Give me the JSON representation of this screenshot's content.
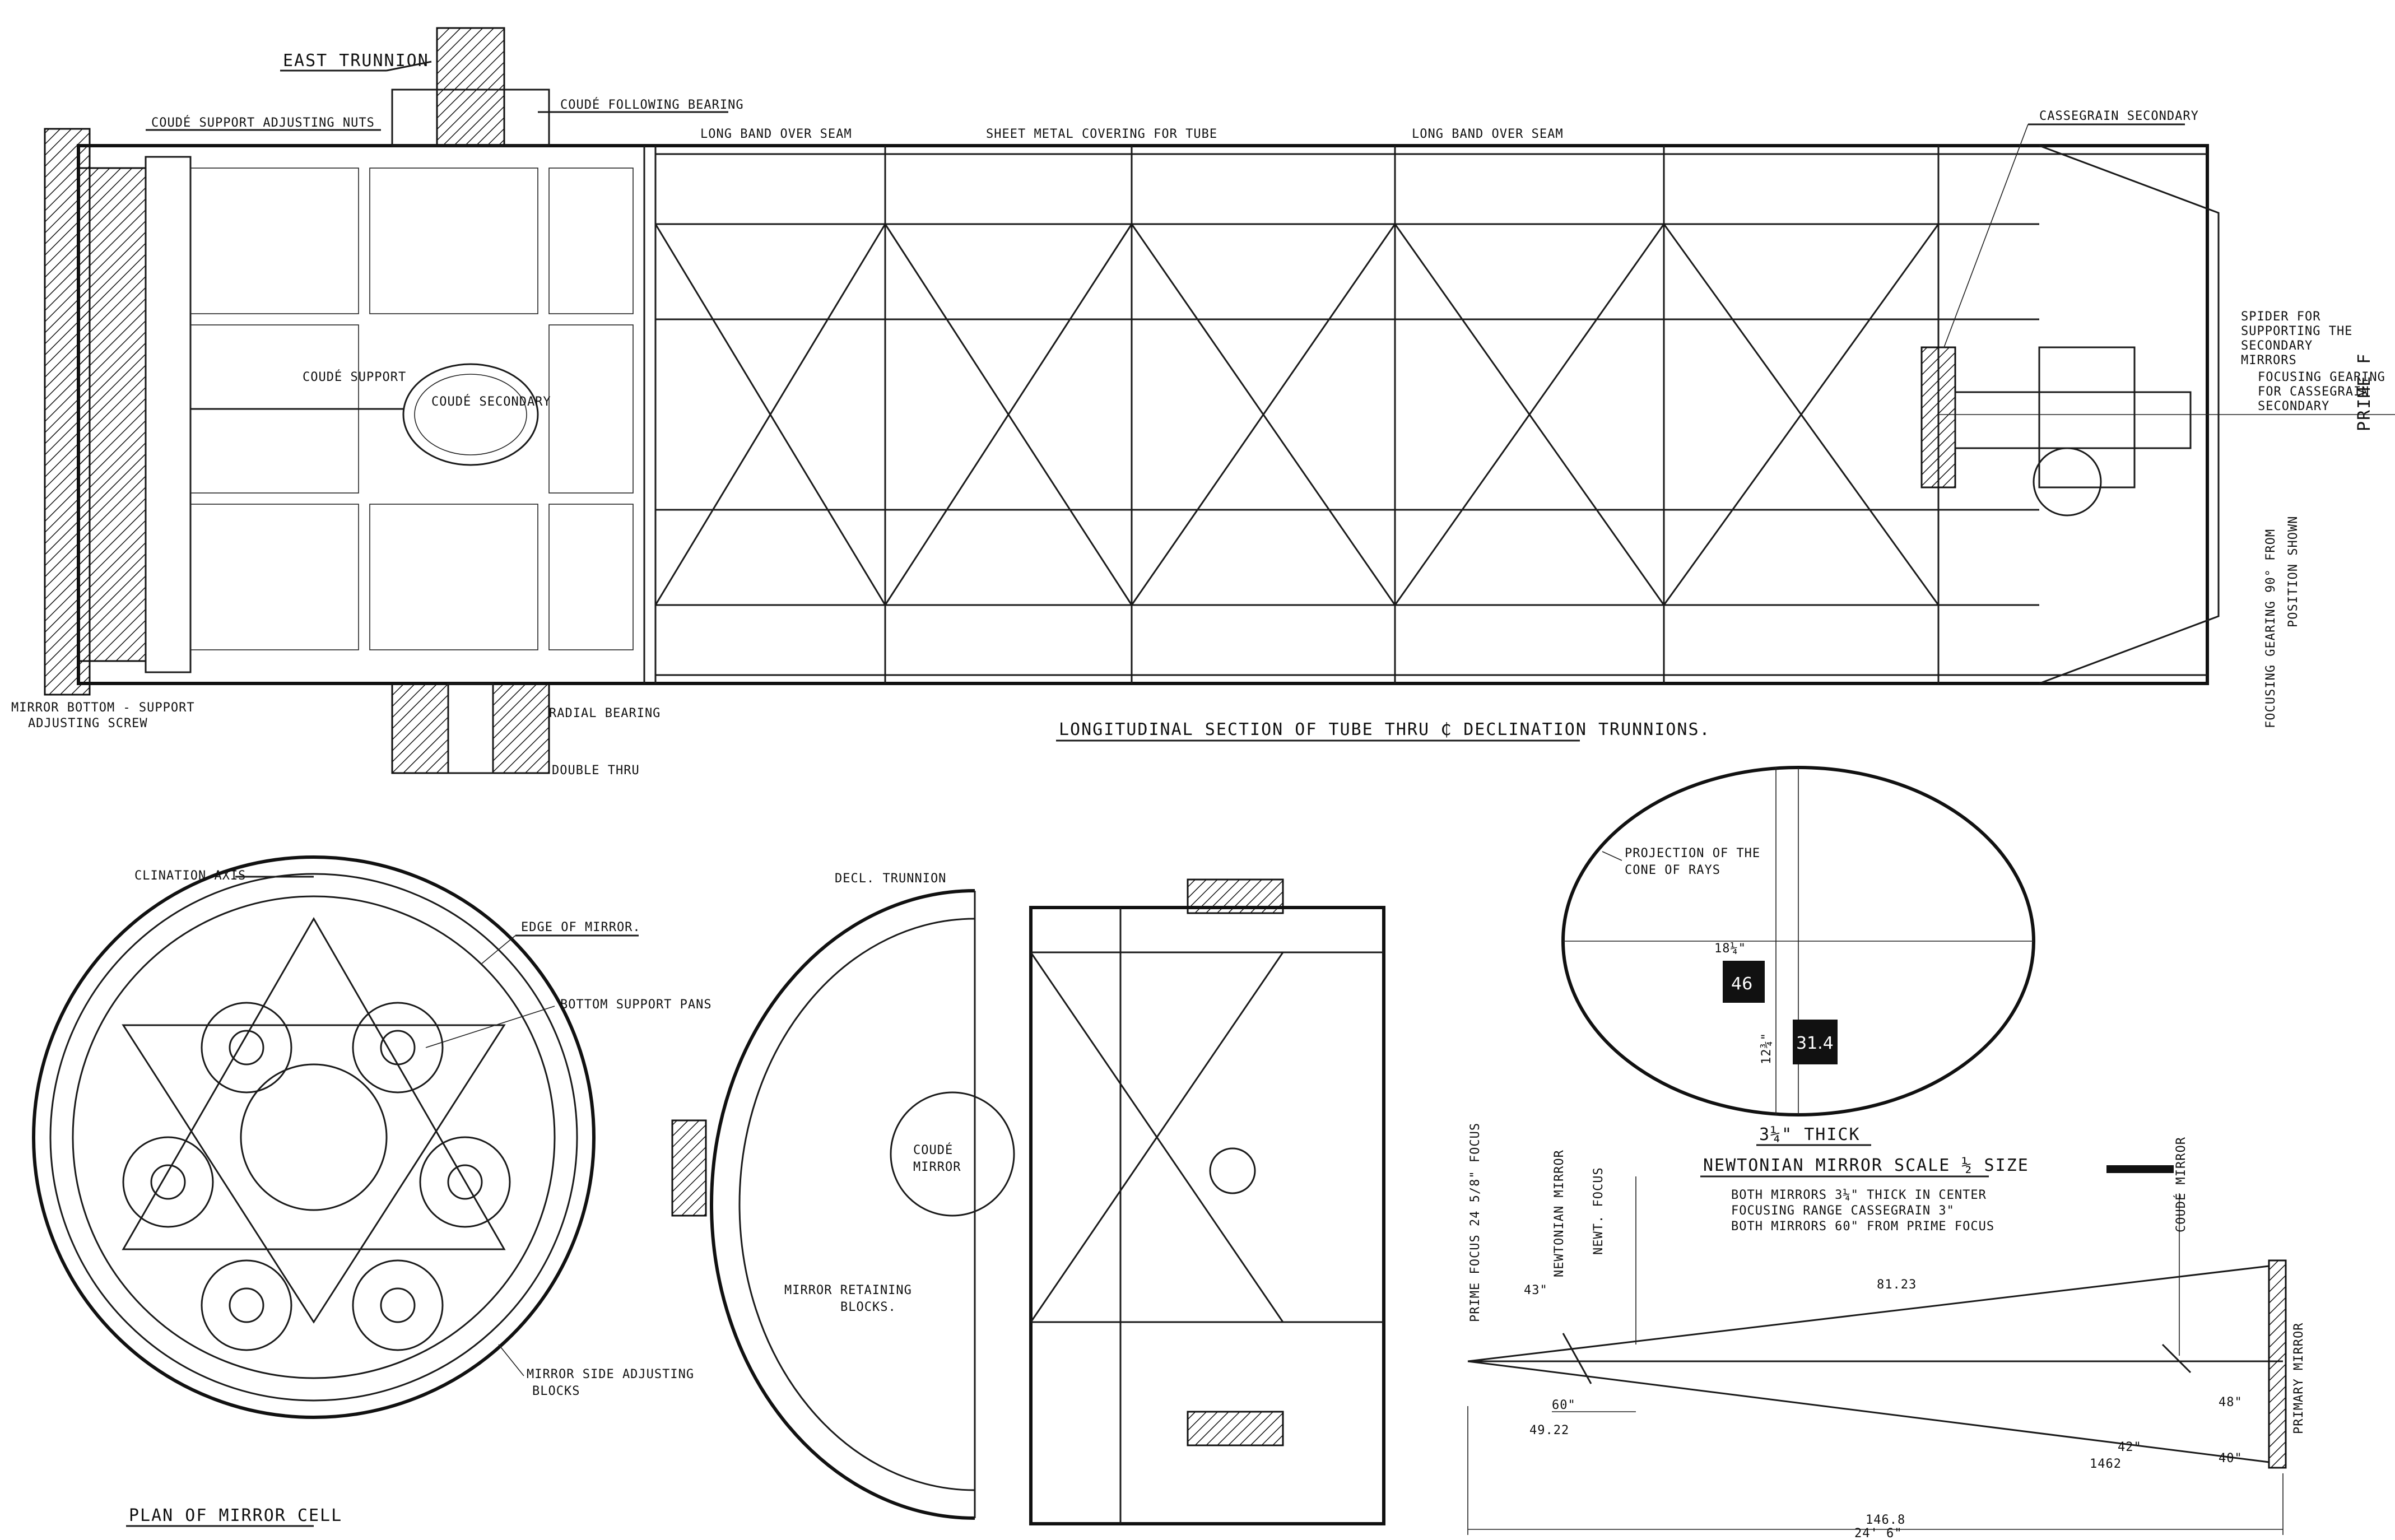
{
  "labels": {
    "east_trunnion": "EAST TRUNNION",
    "coude_following_bearing": "COUDÉ FOLLOWING BEARING",
    "coude_support_adjusting_nuts": "COUDÉ SUPPORT ADJUSTING NUTS",
    "long_band_over_seam_1": "LONG BAND OVER SEAM",
    "sheet_metal_covering": "SHEET METAL COVERING FOR TUBE",
    "long_band_over_seam_2": "LONG BAND OVER SEAM",
    "cassegrain_secondary": "CASSEGRAIN SECONDARY",
    "spider_line1": "SPIDER FOR",
    "spider_line2": "SUPPORTING THE",
    "spider_line3": "SECONDARY",
    "spider_line4": "MIRRORS",
    "focusing_gearing_line1": "FOCUSING GEARING",
    "focusing_gearing_line2": "FOR CASSEGRAIN",
    "focusing_gearing_line3": "SECONDARY",
    "prime_f": "PRIME F",
    "focusing_gearing_vertical_1": "FOCUSING GEARING 90° FROM",
    "focusing_gearing_vertical_2": "POSITION SHOWN",
    "coude_support": "COUDÉ SUPPORT",
    "coude_secondary": "COUDÉ SECONDARY",
    "mirror_bottom_support_1": "MIRROR BOTTOM - SUPPORT",
    "mirror_bottom_support_2": "ADJUSTING SCREW",
    "radial_bearing": "RADIAL BEARING",
    "double_thru": "DOUBLE THRU",
    "longitudinal_section": "LONGITUDINAL SECTION OF TUBE THRU ₵ DECLINATION TRUNNIONS.",
    "clination_axis": "CLINATION AXIS",
    "edge_of_mirror": "EDGE OF MIRROR.",
    "bottom_support_pans": "BOTTOM SUPPORT PANS",
    "mirror_side_adjusting_1": "MIRROR SIDE ADJUSTING",
    "mirror_side_adjusting_2": "BLOCKS",
    "plan_of_mirror_cell": "PLAN OF MIRROR CELL",
    "decl_trunnion": "DECL. TRUNNION",
    "coude_mirror_1": "COUDÉ",
    "coude_mirror_2": "MIRROR",
    "mirror_retaining_1": "MIRROR RETAINING",
    "mirror_retaining_2": "BLOCKS.",
    "projection_cone_1": "PROJECTION OF THE",
    "projection_cone_2": "CONE OF RAYS",
    "dim_18": "18¼\"",
    "dim_12": "12¾\"",
    "tag_46": "46",
    "tag_314": "31.4",
    "thick": "3¼\" THICK",
    "newtonian_mirror": "NEWTONIAN MIRROR  SCALE ½ SIZE",
    "note1": "BOTH MIRRORS 3¼\" THICK IN CENTER",
    "note2": "FOCUSING RANGE CASSEGRAIN 3\"",
    "note3": "BOTH MIRRORS 60\" FROM PRIME FOCUS",
    "prime_focus_note": "PRIME FOCUS 24 5/8\" FOCUS",
    "newtonian_mirror_v": "NEWTONIAN MIRROR",
    "newt_focus": "NEWT. FOCUS",
    "coude_mirror_v": "COUDÉ MIRROR",
    "dim_60": "60\"",
    "dim_43": "43\"",
    "dim_42": "42\"",
    "dim_48": "48\"",
    "dim_40": "40\"",
    "dim_1468": "146.8",
    "dim_246": "24' 6\"",
    "primary_mirror_v": "PRIMARY MIRROR",
    "dim_8123": "81.23",
    "dim_4922": "49.22",
    "dim_1462": "1462"
  },
  "colors": {
    "ink": "#111111",
    "paper": "#ffffff"
  }
}
